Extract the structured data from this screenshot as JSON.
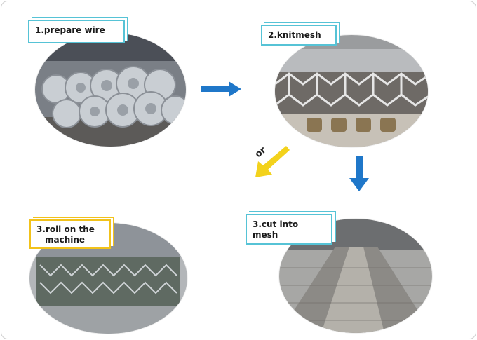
{
  "steps": [
    {
      "label": "1.prepare wire",
      "photo": "wire-coils-photo"
    },
    {
      "label": "2.knitmesh",
      "photo": "knitting-machine-photo"
    },
    {
      "label": "3.roll on the machine",
      "label_lines": [
        "3.roll on the",
        "machine"
      ],
      "photo": "rolling-machine-photo"
    },
    {
      "label": "3.cut into mesh",
      "label_lines": [
        "3.cut into",
        "mesh"
      ],
      "photo": "cut-mesh-photo"
    }
  ],
  "connector": {
    "or_label": "or"
  },
  "colors": {
    "arrow_blue": "#1f77c9",
    "arrow_yellow": "#f3d21c",
    "label_border_cyan": "#56c3d6",
    "label_border_gold": "#f2c21a"
  }
}
